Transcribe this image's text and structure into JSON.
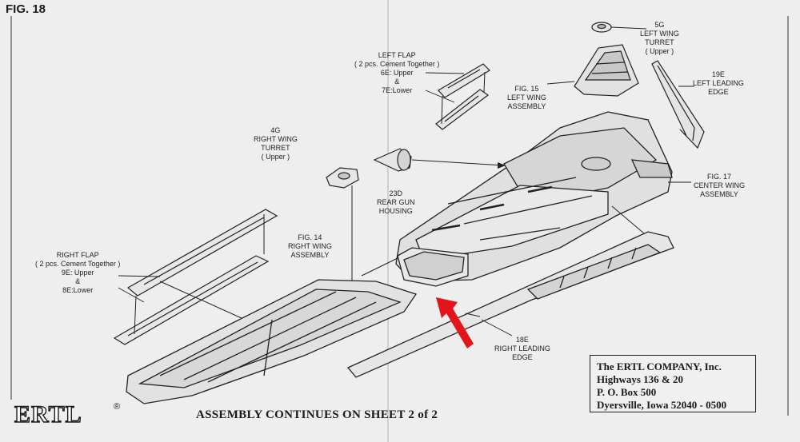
{
  "figure_label": "FIG. 18",
  "labels": {
    "wing_turret_left": [
      "5G",
      "LEFT WING",
      "TURRET",
      "( Upper )"
    ],
    "left_flap": [
      "LEFT FLAP",
      "( 2 pcs. Cement Together )",
      "6E: Upper",
      "&",
      "7E:Lower"
    ],
    "fig15": [
      "FIG. 15",
      "LEFT WING",
      "ASSEMBLY"
    ],
    "left_leading_edge": [
      "19E",
      "LEFT LEADING",
      "EDGE"
    ],
    "wing_turret_right": [
      "4G",
      "RIGHT WING",
      "TURRET",
      "( Upper )"
    ],
    "rear_gun": [
      "23D",
      "REAR GUN",
      "HOUSING"
    ],
    "fig17": [
      "FIG. 17",
      "CENTER WING",
      "ASSEMBLY"
    ],
    "fig14": [
      "FIG. 14",
      "RIGHT WING",
      "ASSEMBLY"
    ],
    "right_flap": [
      "RIGHT FLAP",
      "( 2 pcs. Cement Together )",
      "9E: Upper",
      "&",
      "8E:Lower"
    ],
    "right_leading_edge": [
      "18E",
      "RIGHT LEADING",
      "EDGE"
    ]
  },
  "address": {
    "line1": "The ERTL COMPANY, Inc.",
    "line2": "Highways 136 & 20",
    "line3": "P. O. Box 500",
    "line4": "Dyersville, Iowa 52040 - 0500"
  },
  "footer": "ASSEMBLY CONTINUES ON SHEET 2 of 2",
  "logo": {
    "text": "ERTL",
    "mark": "®"
  },
  "colors": {
    "paper": "#eeeeee",
    "ink": "#1a1a1a",
    "arrow": "#e3141b"
  }
}
